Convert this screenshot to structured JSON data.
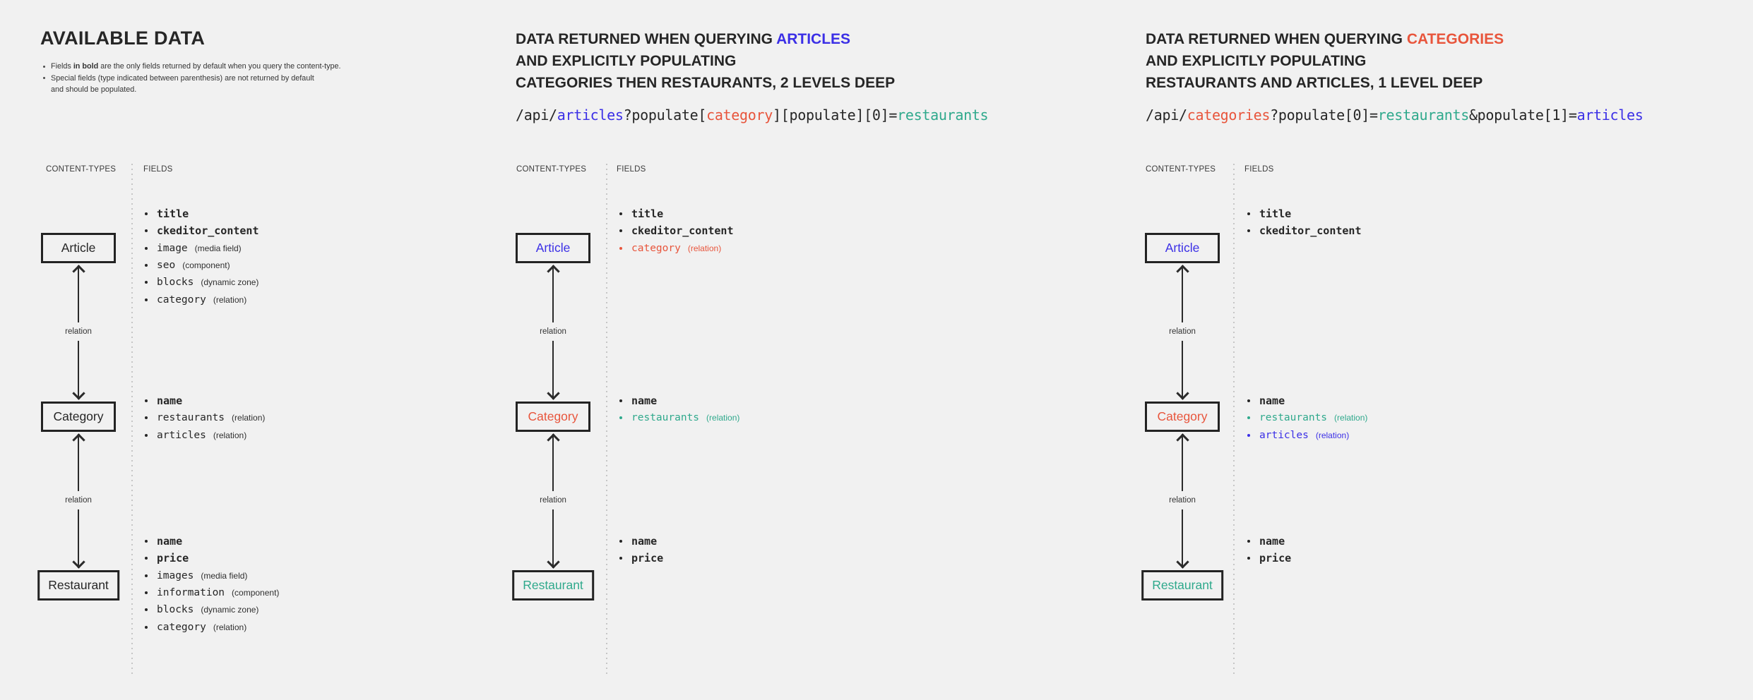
{
  "colors": {
    "dark": "#262626",
    "blue": "#3b2fe6",
    "red": "#e8553c",
    "teal": "#2fa98c"
  },
  "columns": [
    {
      "title_lines": [
        [
          {
            "text": "AVAILABLE DATA"
          }
        ]
      ],
      "notes": [
        {
          "bullet": true,
          "segments": [
            {
              "text": "Fields "
            },
            {
              "text": "in bold",
              "bold": true
            },
            {
              "text": " are the only fields returned by default when you query the content-type."
            }
          ]
        },
        {
          "bullet": true,
          "segments": [
            {
              "text": "Special fields (type indicated between parenthesis) are not returned by default"
            }
          ]
        },
        {
          "bullet": false,
          "segments": [
            {
              "text": "and should be populated."
            }
          ]
        }
      ],
      "code": [],
      "content_types_label": "CONTENT-TYPES",
      "fields_label": "FIELDS",
      "relation_label": "relation",
      "boxes": [
        {
          "name": "Article",
          "color": "dark",
          "fields": [
            {
              "name": "title",
              "bold": true
            },
            {
              "name": "ckeditor_content",
              "bold": true
            },
            {
              "name": "image",
              "type": "(media field)"
            },
            {
              "name": "seo",
              "type": "(component)"
            },
            {
              "name": "blocks",
              "type": "(dynamic zone)"
            },
            {
              "name": "category",
              "type": "(relation)"
            }
          ]
        },
        {
          "name": "Category",
          "color": "dark",
          "fields": [
            {
              "name": "name",
              "bold": true
            },
            {
              "name": "restaurants",
              "type": "(relation)"
            },
            {
              "name": "articles",
              "type": "(relation)"
            }
          ]
        },
        {
          "name": "Restaurant",
          "color": "dark",
          "fields": [
            {
              "name": "name",
              "bold": true
            },
            {
              "name": "price",
              "bold": true
            },
            {
              "name": "images",
              "type": "(media field)"
            },
            {
              "name": "information",
              "type": "(component)"
            },
            {
              "name": "blocks",
              "type": "(dynamic zone)"
            },
            {
              "name": "category",
              "type": "(relation)"
            }
          ]
        }
      ]
    },
    {
      "title_lines": [
        [
          {
            "text": "DATA RETURNED WHEN QUERYING "
          },
          {
            "text": "ARTICLES",
            "color": "blue"
          }
        ],
        [
          {
            "text": "AND EXPLICITLY POPULATING"
          }
        ],
        [
          {
            "text": "CATEGORIES THEN RESTAURANTS, 2 LEVELS DEEP"
          }
        ]
      ],
      "notes": [],
      "code": [
        {
          "text": "/api/"
        },
        {
          "text": "articles",
          "color": "blue"
        },
        {
          "text": "?populate["
        },
        {
          "text": "category",
          "color": "red"
        },
        {
          "text": "][populate][0]="
        },
        {
          "text": "restaurants",
          "color": "teal"
        }
      ],
      "content_types_label": "CONTENT-TYPES",
      "fields_label": "FIELDS",
      "relation_label": "relation",
      "boxes": [
        {
          "name": "Article",
          "color": "blue",
          "fields": [
            {
              "name": "title",
              "bold": true
            },
            {
              "name": "ckeditor_content",
              "bold": true
            },
            {
              "name": "category",
              "type": "(relation)",
              "color": "red"
            }
          ]
        },
        {
          "name": "Category",
          "color": "red",
          "fields": [
            {
              "name": "name",
              "bold": true
            },
            {
              "name": "restaurants",
              "type": "(relation)",
              "color": "teal"
            }
          ]
        },
        {
          "name": "Restaurant",
          "color": "teal",
          "fields": [
            {
              "name": "name",
              "bold": true
            },
            {
              "name": "price",
              "bold": true
            }
          ]
        }
      ]
    },
    {
      "title_lines": [
        [
          {
            "text": "DATA RETURNED WHEN QUERYING "
          },
          {
            "text": "CATEGORIES",
            "color": "red"
          }
        ],
        [
          {
            "text": "AND EXPLICITLY POPULATING"
          }
        ],
        [
          {
            "text": "RESTAURANTS AND ARTICLES, 1 LEVEL DEEP"
          }
        ]
      ],
      "notes": [],
      "code": [
        {
          "text": "/api/"
        },
        {
          "text": "categories",
          "color": "red"
        },
        {
          "text": "?populate[0]="
        },
        {
          "text": "restaurants",
          "color": "teal"
        },
        {
          "text": "&populate[1]="
        },
        {
          "text": "articles",
          "color": "blue"
        }
      ],
      "content_types_label": "CONTENT-TYPES",
      "fields_label": "FIELDS",
      "relation_label": "relation",
      "boxes": [
        {
          "name": "Article",
          "color": "blue",
          "fields": [
            {
              "name": "title",
              "bold": true
            },
            {
              "name": "ckeditor_content",
              "bold": true
            }
          ]
        },
        {
          "name": "Category",
          "color": "red",
          "fields": [
            {
              "name": "name",
              "bold": true
            },
            {
              "name": "restaurants",
              "type": "(relation)",
              "color": "teal"
            },
            {
              "name": "articles",
              "type": "(relation)",
              "color": "blue"
            }
          ]
        },
        {
          "name": "Restaurant",
          "color": "teal",
          "fields": [
            {
              "name": "name",
              "bold": true
            },
            {
              "name": "price",
              "bold": true
            }
          ]
        }
      ]
    }
  ]
}
